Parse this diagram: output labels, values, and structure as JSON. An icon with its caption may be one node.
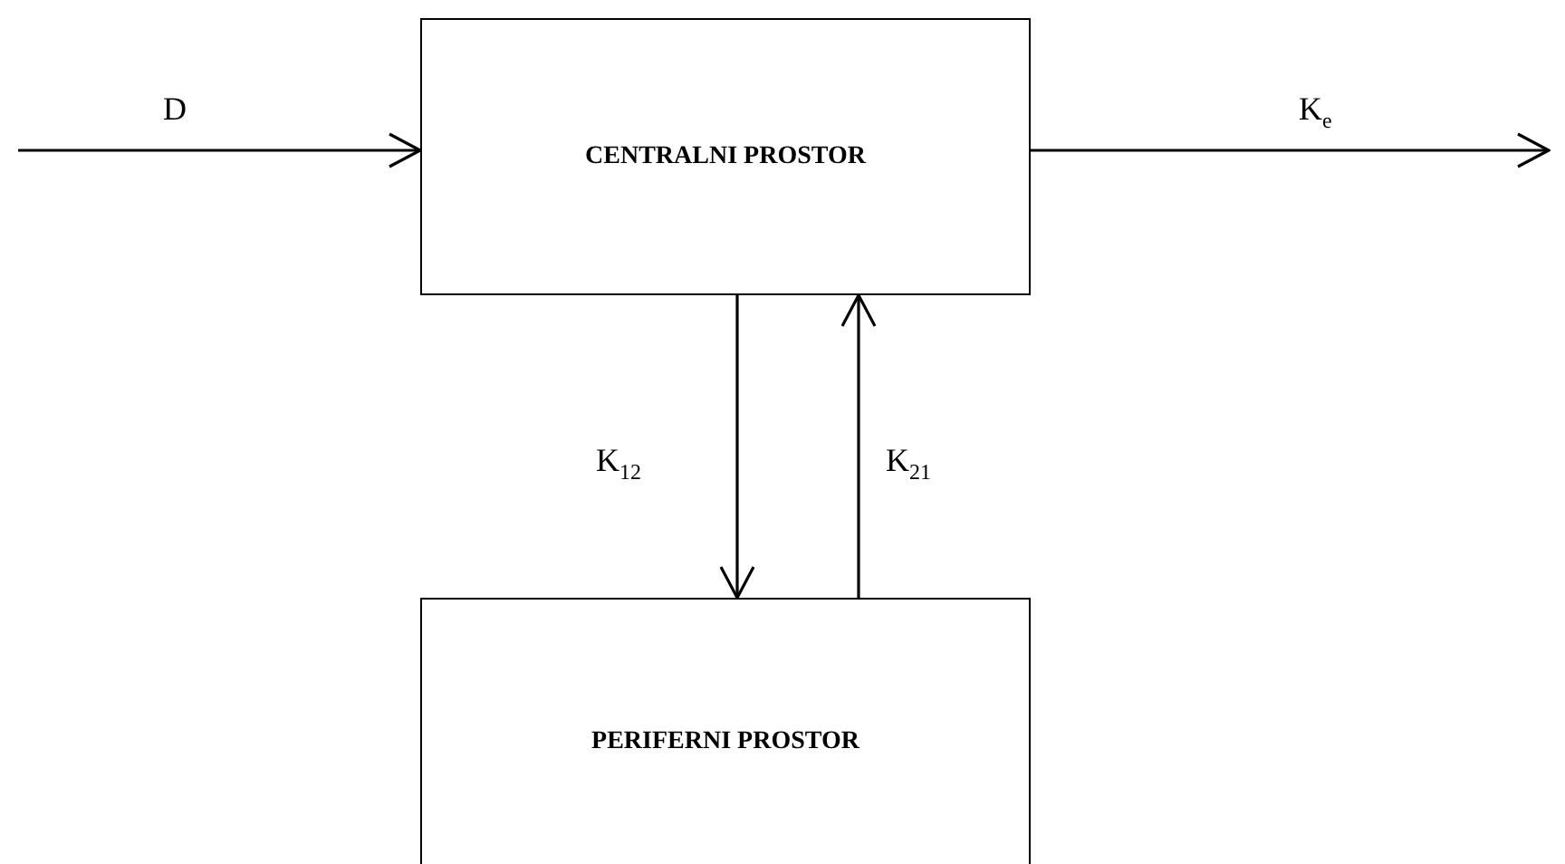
{
  "diagram": {
    "nodes": [
      {
        "text": [
          "CENTRALNI PROSTOR"
        ]
      },
      {
        "text": [
          "PERIFERNI PROSTOR"
        ]
      }
    ],
    "edges": [
      {
        "from": null,
        "to": 0,
        "arrow": "to",
        "label": "D"
      },
      {
        "from": 0,
        "to": null,
        "arrow": "to",
        "label": "K$_{e}$"
      },
      {
        "from": 0,
        "to": 1,
        "arrow": "to",
        "label": "K$_{12}$"
      },
      {
        "from": 1,
        "to": 0,
        "arrow": "to",
        "label": "K$_{21}$"
      }
    ]
  }
}
